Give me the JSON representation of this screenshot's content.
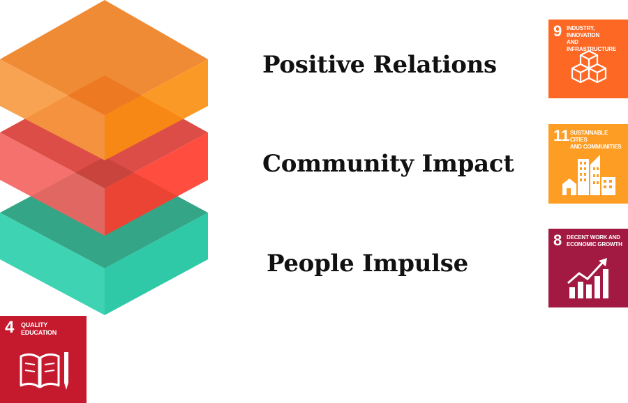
{
  "layers": [
    {
      "label": "Positive Relations",
      "color_top": "#f0862a",
      "color_left": "#f7a35a",
      "color_right": "#fb9a2c"
    },
    {
      "label": "Community Impact",
      "color_top": "#e0413a",
      "color_left": "#f46b68",
      "color_right": "#ff4a3c"
    },
    {
      "label": "People Impulse",
      "color_top": "#34a586",
      "color_left": "#3ed3b2",
      "color_right": "#2fd2b0"
    }
  ],
  "sdg_goals": [
    {
      "number": "9",
      "title": "INDUSTRY, INNOVATION\nAND INFRASTRUCTURE",
      "color": "#fd6925",
      "icon": "cubes-icon"
    },
    {
      "number": "11",
      "title": "SUSTAINABLE CITIES\nAND COMMUNITIES",
      "color": "#fd9d24",
      "icon": "city-icon"
    },
    {
      "number": "8",
      "title": "DECENT WORK AND\nECONOMIC GROWTH",
      "color": "#a21942",
      "icon": "growth-chart-icon"
    },
    {
      "number": "4",
      "title": "QUALITY\nEDUCATION",
      "color": "#c5192d",
      "icon": "book-pencil-icon"
    }
  ]
}
